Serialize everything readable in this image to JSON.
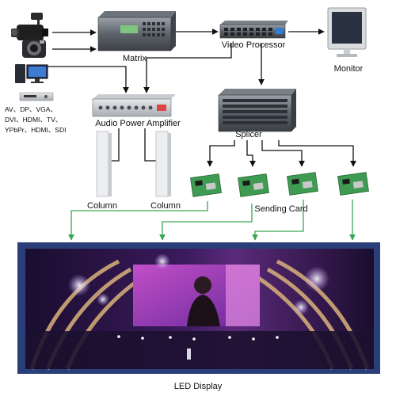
{
  "labels": {
    "matrix": "Matrix",
    "video_processor": "Video Processor",
    "monitor": "Monitor",
    "audio_power_amplifier": "Audio Power Amplifier",
    "splicer": "Splicer",
    "column_left": "Column",
    "column_right": "Column",
    "sending_card": "Sending Card",
    "led_display": "LED Display"
  },
  "signal_sources": {
    "line1": "AV、DP、VGA、",
    "line2": "DVI、HDMI、TV、",
    "line3": "YPbPr、HDMI、SDI"
  },
  "colors": {
    "signal_line": "#111111",
    "card_to_display_line": "#3aa655",
    "display_frame": "#2a3f7a"
  }
}
